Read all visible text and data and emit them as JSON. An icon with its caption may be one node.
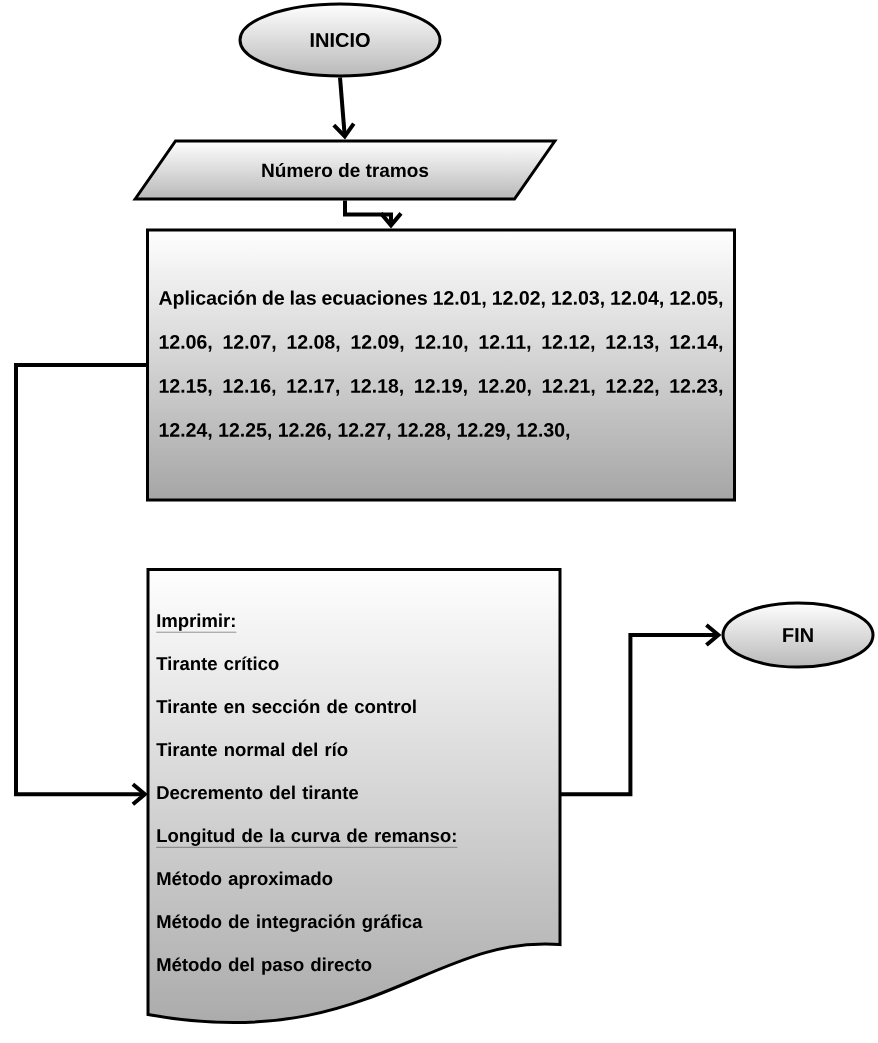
{
  "diagram": {
    "nodes": [
      {
        "text": [
          "INICIO"
        ]
      },
      {
        "text": [
          "Número de tramos"
        ]
      },
      {
        "text": [
          "Aplicación de las ecuaciones 12.01, 12.02, 12.03, 12.04, 12.05, 12.06, 12.07, 12.08, 12.09, 12.10, 12.11, 12.12, 12.13, 12.14, 12.15, 12.16, 12.17, 12.18, 12.19, 12.20, 12.21, 12.22, 12.23, 12.24, 12.25, 12.26, 12.27, 12.28, 12.29, 12.30,"
        ]
      },
      {
        "text": [
          "Imprimir:",
          "Tirante crítico",
          "Tirante en sección de control",
          "Tirante normal del río",
          "Decremento del tirante",
          "Longitud de la curva de remanso:",
          "Método aproximado",
          "Método de integración gráfica",
          "Método del paso directo"
        ]
      },
      {
        "text": [
          "FIN"
        ]
      }
    ],
    "edges": [
      {
        "from": 0,
        "to": 1,
        "arrow": "to"
      },
      {
        "from": 1,
        "to": 2,
        "arrow": "to"
      },
      {
        "from": 2,
        "to": 3,
        "arrow": "to"
      },
      {
        "from": 3,
        "to": 4,
        "arrow": "to"
      }
    ]
  }
}
